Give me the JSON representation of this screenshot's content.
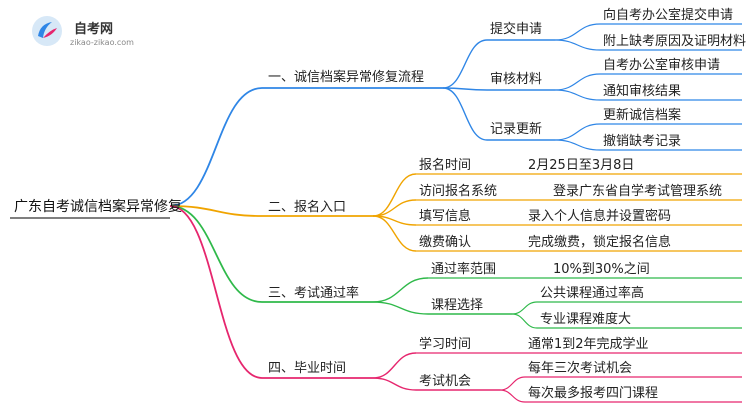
{
  "logo": {
    "name": "自考网",
    "url": "zikao-zikao.com"
  },
  "root": "广东自考诚信档案异常修复",
  "branches": [
    {
      "label": "一、诚信档案异常修复流程",
      "color": "#2f86e6",
      "children": [
        {
          "label": "提交申请",
          "leaves": [
            "向自考办公室提交申请",
            "附上缺考原因及证明材料"
          ]
        },
        {
          "label": "审核材料",
          "leaves": [
            "自考办公室审核申请",
            "通知审核结果"
          ]
        },
        {
          "label": "记录更新",
          "leaves": [
            "更新诚信档案",
            "撤销缺考记录"
          ]
        }
      ]
    },
    {
      "label": "二、报名入口",
      "color": "#f0a400",
      "children": [
        {
          "label": "报名时间",
          "leaves": [
            "2月25日至3月8日"
          ]
        },
        {
          "label": "访问报名系统",
          "leaves": [
            "登录广东省自学考试管理系统"
          ]
        },
        {
          "label": "填写信息",
          "leaves": [
            "录入个人信息并设置密码"
          ]
        },
        {
          "label": "缴费确认",
          "leaves": [
            "完成缴费，锁定报名信息"
          ]
        }
      ]
    },
    {
      "label": "三、考试通过率",
      "color": "#2fb94a",
      "children": [
        {
          "label": "通过率范围",
          "leaves": [
            "10%到30%之间"
          ]
        },
        {
          "label": "课程选择",
          "leaves": [
            "公共课程通过率高",
            "专业课程难度大"
          ]
        }
      ]
    },
    {
      "label": "四、毕业时间",
      "color": "#e6266e",
      "children": [
        {
          "label": "学习时间",
          "leaves": [
            "通常1到2年完成学业"
          ]
        },
        {
          "label": "考试机会",
          "leaves": [
            "每年三次考试机会",
            "每次最多报考四门课程"
          ]
        }
      ]
    }
  ]
}
